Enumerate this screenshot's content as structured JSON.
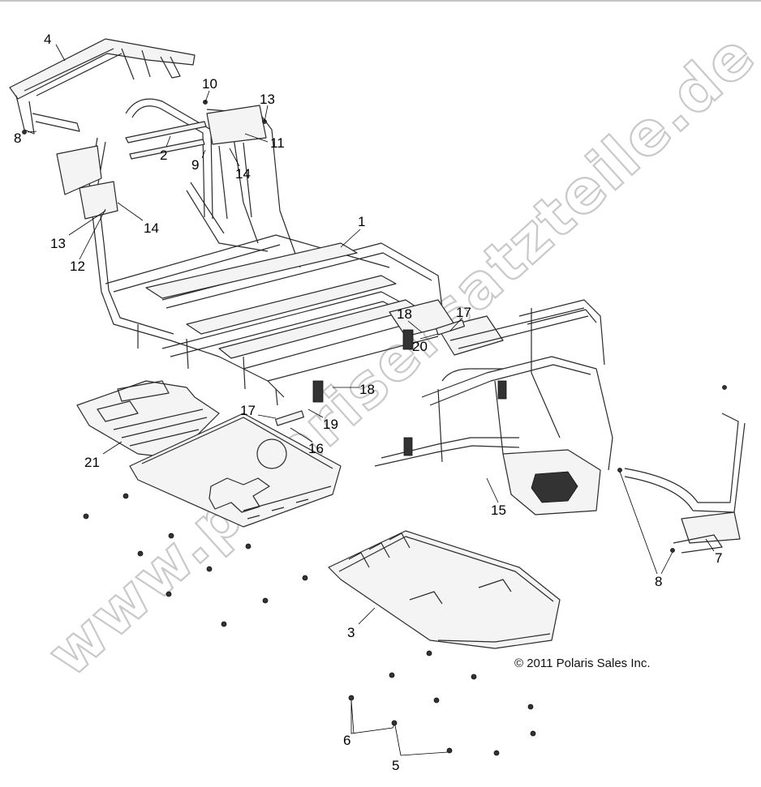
{
  "watermark": "www.polarisersatzteile.de",
  "copyright": "© 2011 Polaris Sales Inc.",
  "callouts": [
    {
      "key": "c4",
      "label": "4"
    },
    {
      "key": "c10",
      "label": "10"
    },
    {
      "key": "c13a",
      "label": "13"
    },
    {
      "key": "c11",
      "label": "11"
    },
    {
      "key": "c8a",
      "label": "8"
    },
    {
      "key": "c2",
      "label": "2"
    },
    {
      "key": "c9",
      "label": "9"
    },
    {
      "key": "c14a",
      "label": "14"
    },
    {
      "key": "c13b",
      "label": "13"
    },
    {
      "key": "c14b",
      "label": "14"
    },
    {
      "key": "c12",
      "label": "12"
    },
    {
      "key": "c1",
      "label": "1"
    },
    {
      "key": "c18a",
      "label": "18"
    },
    {
      "key": "c17a",
      "label": "17"
    },
    {
      "key": "c20",
      "label": "20"
    },
    {
      "key": "c18b",
      "label": "18"
    },
    {
      "key": "c17b",
      "label": "17"
    },
    {
      "key": "c19",
      "label": "19"
    },
    {
      "key": "c16",
      "label": "16"
    },
    {
      "key": "c21",
      "label": "21"
    },
    {
      "key": "c15",
      "label": "15"
    },
    {
      "key": "c7",
      "label": "7"
    },
    {
      "key": "c8b",
      "label": "8"
    },
    {
      "key": "c3",
      "label": "3"
    },
    {
      "key": "c6",
      "label": "6"
    },
    {
      "key": "c5",
      "label": "5"
    }
  ]
}
